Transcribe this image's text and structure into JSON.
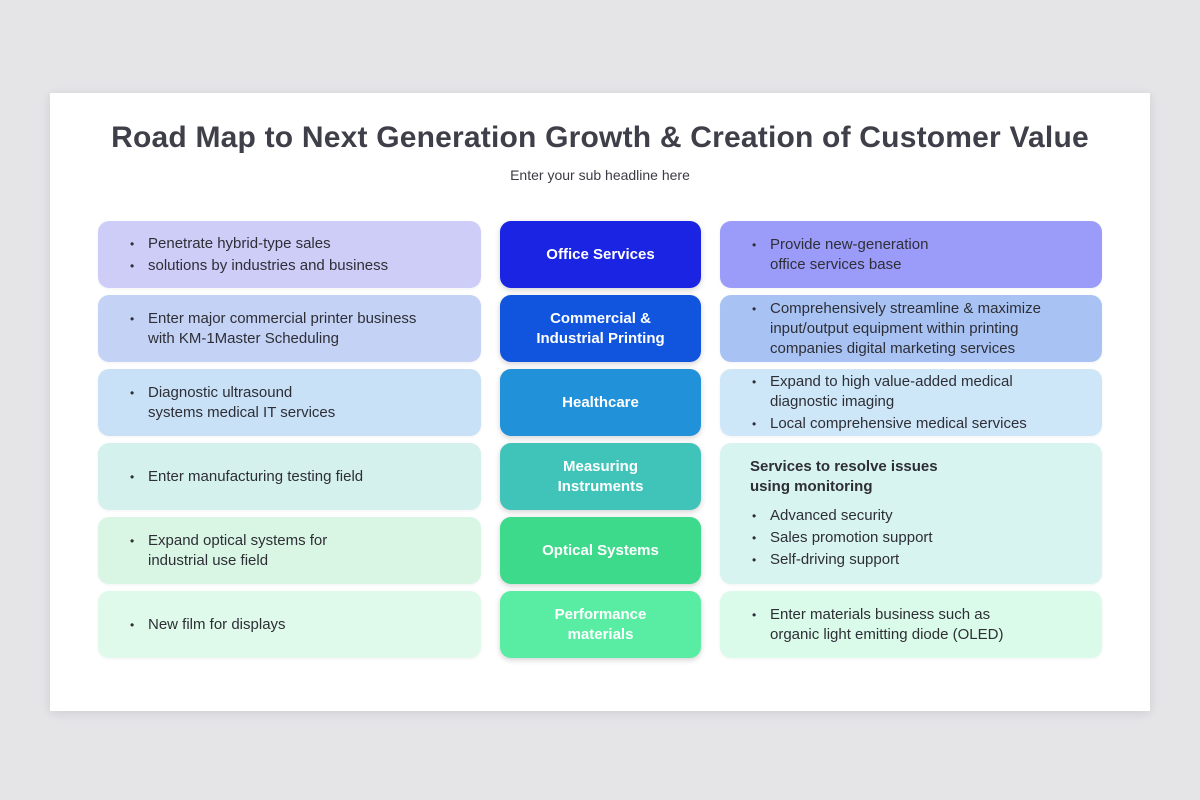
{
  "page": {
    "background": "#e5e5e8"
  },
  "slide": {
    "title": "Road Map to Next Generation Growth & Creation of Customer Value",
    "subtitle": "Enter your sub headline here",
    "background": "#ffffff"
  },
  "rows": [
    {
      "category": {
        "label": "Office Services",
        "bg": "#1b24e3"
      },
      "left": {
        "bg": "#cecdf8",
        "items": [
          "Penetrate hybrid-type sales",
          "solutions by industries and business"
        ]
      },
      "right": {
        "bg": "#9b9cfa",
        "items": [
          "Provide new-generation\noffice services base"
        ]
      }
    },
    {
      "category": {
        "label": "Commercial &\nIndustrial Printing",
        "bg": "#1155df"
      },
      "left": {
        "bg": "#c4d3f5",
        "items": [
          "Enter major commercial printer business\nwith KM-1Master Scheduling"
        ]
      },
      "right": {
        "bg": "#a8c3f3",
        "items": [
          "Comprehensively streamline & maximize\ninput/output equipment within printing\ncompanies digital marketing services"
        ]
      }
    },
    {
      "category": {
        "label": "Healthcare",
        "bg": "#2191d9"
      },
      "left": {
        "bg": "#c8e1f7",
        "items": [
          "Diagnostic ultrasound\nsystems medical IT services"
        ]
      },
      "right": {
        "bg": "#cee7f8",
        "items": [
          "Expand to high value-added medical\ndiagnostic imaging",
          "Local comprehensive medical services"
        ]
      }
    },
    {
      "category": {
        "label": "Measuring\nInstruments",
        "bg": "#40c4ba"
      },
      "left": {
        "bg": "#d4f1ed",
        "items": [
          "Enter manufacturing testing field"
        ]
      },
      "right": {
        "bg": "#d8f4f0",
        "heading": "Services to resolve issues\nusing monitoring",
        "items": [
          "Advanced security",
          "Sales promotion support",
          "Self-driving support"
        ]
      }
    },
    {
      "category": {
        "label": "Optical Systems",
        "bg": "#3eda8c"
      },
      "left": {
        "bg": "#d9f6e4",
        "items": [
          "Expand optical systems for\nindustrial use field"
        ]
      }
    },
    {
      "category": {
        "label": "Performance\nmaterials",
        "bg": "#58eda3"
      },
      "left": {
        "bg": "#dff9ea",
        "items": [
          "New film for displays"
        ]
      },
      "right": {
        "bg": "#dbfbea",
        "items": [
          "Enter materials business such as\norganic light emitting diode (OLED)"
        ]
      }
    }
  ]
}
